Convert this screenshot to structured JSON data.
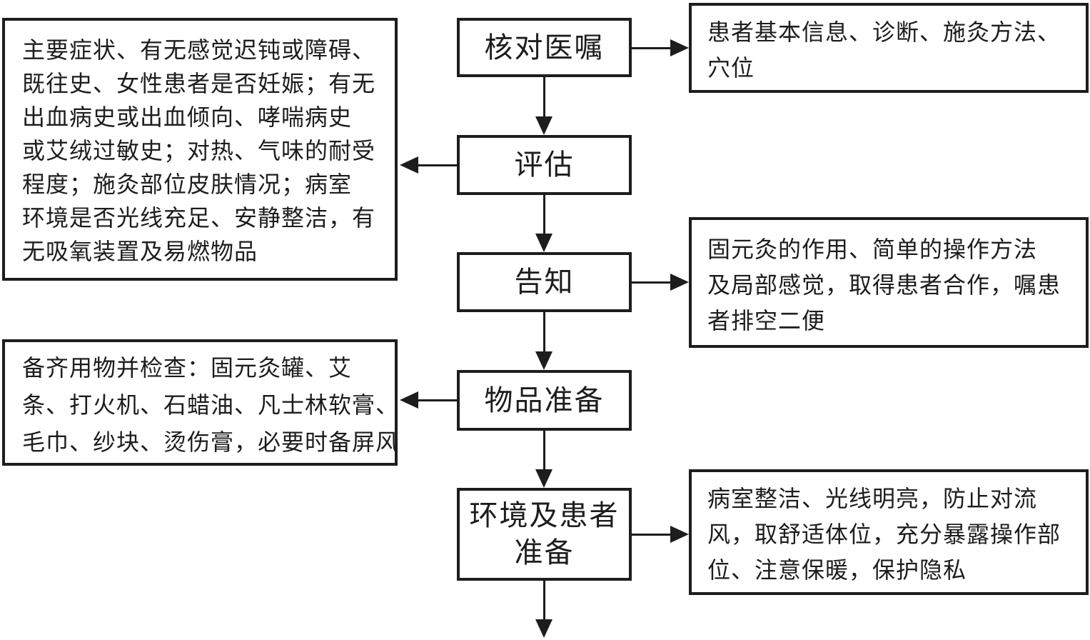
{
  "colors": {
    "ink": "#1d1d1d",
    "background": "#ffffff"
  },
  "steps": [
    {
      "label": "核对医嘱"
    },
    {
      "label": "评估"
    },
    {
      "label": "告知"
    },
    {
      "label": "物品准备"
    },
    {
      "label_lines": [
        "环境及患者",
        "准备"
      ]
    }
  ],
  "annotations": {
    "assessment": {
      "lines": [
        "主要症状、有无感觉迟钝或障碍、",
        "既往史、女性患者是否妊娠；有无",
        "出血病史或出血倾向、哮喘病史",
        "或艾绒过敏史；对热、气味的耐受",
        "程度；施灸部位皮肤情况；病室",
        "环境是否光线充足、安静整洁，有",
        "无吸氧装置及易燃物品"
      ]
    },
    "order_details": {
      "lines": [
        "患者基本信息、诊断、施灸方法、",
        "穴位"
      ]
    },
    "inform_details": {
      "lines": [
        "固元灸的作用、简单的操作方法",
        "及局部感觉，取得患者合作，嘱患",
        "者排空二便"
      ]
    },
    "items_checklist": {
      "lines": [
        "备齐用物并检查：固元灸罐、艾",
        "条、打火机、石蜡油、凡士林软膏、",
        "毛巾、纱块、烫伤膏，必要时备屏风"
      ]
    },
    "environment_details": {
      "lines": [
        "病室整洁、光线明亮，防止对流",
        "风，取舒适体位，充分暴露操作部",
        "位、注意保暖，保护隐私"
      ]
    }
  }
}
